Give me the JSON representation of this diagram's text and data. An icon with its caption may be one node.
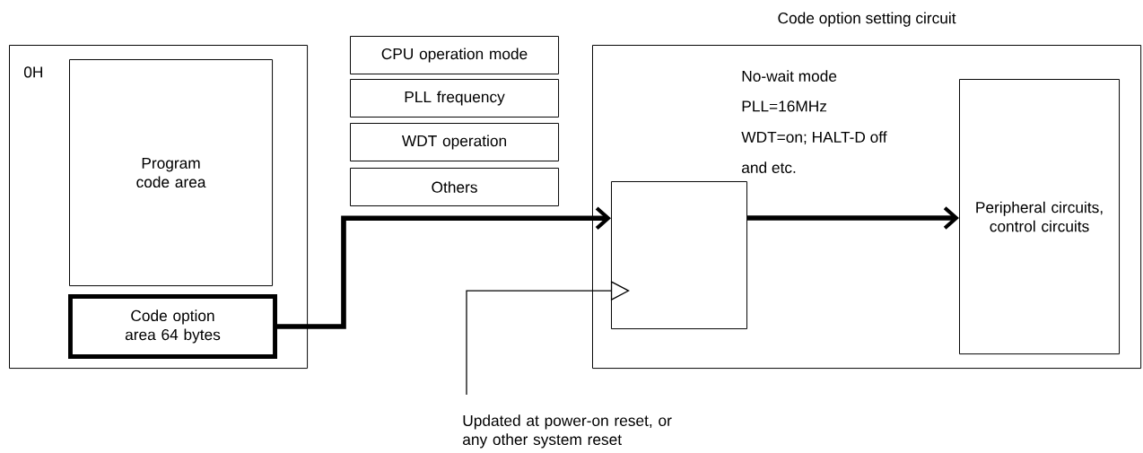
{
  "diagram": {
    "nodes": [
      {
        "text": [
          "0H"
        ]
      },
      {
        "text": [
          "Program code area"
        ],
        "in": 0
      },
      {
        "text": [
          "Code option area 64 bytes"
        ],
        "in": 0
      },
      {
        "text": [
          "CPU operation mode"
        ]
      },
      {
        "text": [
          "PLL frequency"
        ]
      },
      {
        "text": [
          "WDT operation"
        ]
      },
      {
        "text": [
          "Others"
        ]
      },
      {
        "text": [
          "Code option setting circuit"
        ]
      },
      {
        "text": [],
        "shape": "box",
        "in": 7
      },
      {
        "text": [
          "Peripheral circuits, control circuits"
        ],
        "in": 7
      },
      {
        "text": [
          "Updated at power-on reset, or any other system reset"
        ]
      }
    ],
    "edges": [
      {
        "from": 2,
        "to": 8,
        "arrow": "to"
      },
      {
        "from": 8,
        "to": 9,
        "arrow": "to"
      },
      {
        "from": 10,
        "to": 8,
        "arrow": "to"
      }
    ],
    "labels": [
      "No-wait mode",
      "PLL=16MHz",
      "WDT=on; HALT-D off",
      "and etc."
    ]
  }
}
